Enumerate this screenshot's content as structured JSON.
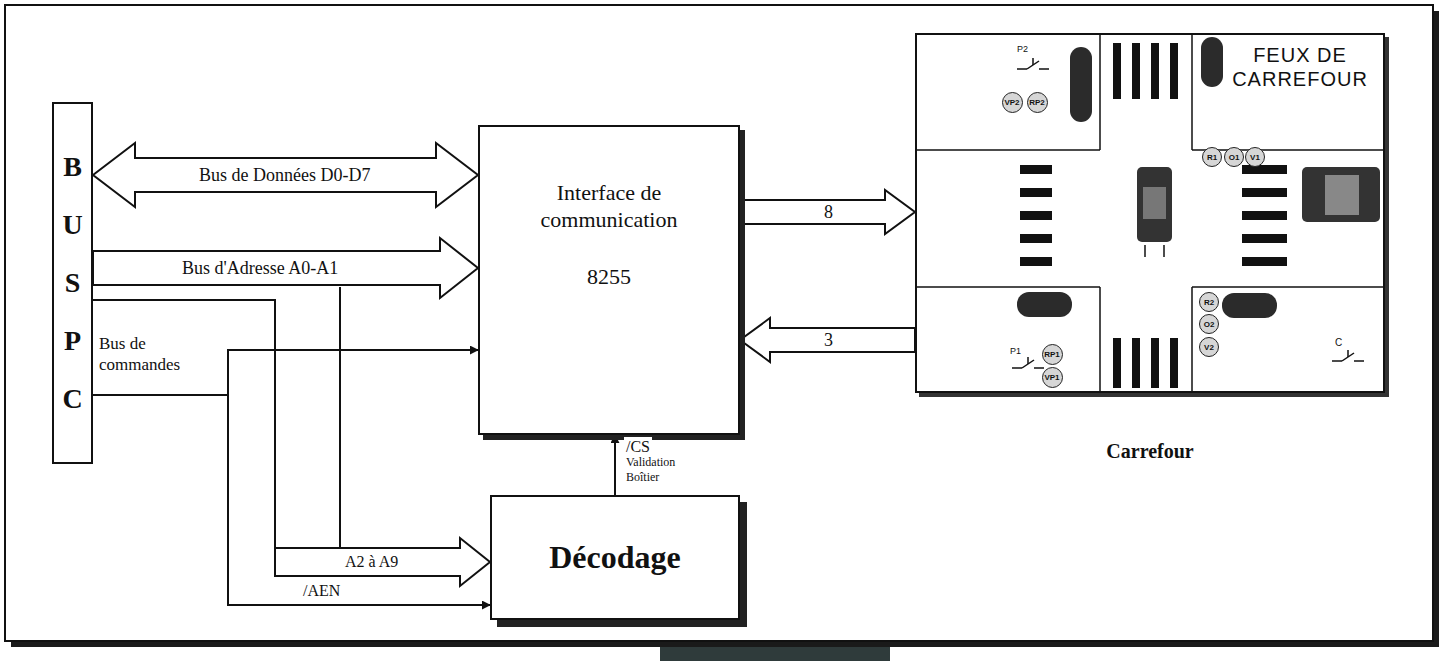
{
  "diagram": {
    "nodes": [
      {
        "text": [
          "BUS PC"
        ]
      },
      {
        "text": [
          "Interface de communication",
          "8255"
        ]
      },
      {
        "text": [
          "Décodage"
        ]
      },
      {
        "text": [
          "FEUX DE CARREFOUR",
          "Carrefour"
        ]
      },
      {
        "text": [
          "VP2"
        ],
        "in": 3
      },
      {
        "text": [
          "RP2"
        ],
        "in": 3
      },
      {
        "text": [
          "R1"
        ],
        "in": 3
      },
      {
        "text": [
          "O1"
        ],
        "in": 3
      },
      {
        "text": [
          "V1"
        ],
        "in": 3
      },
      {
        "text": [
          "R2"
        ],
        "in": 3
      },
      {
        "text": [
          "O2"
        ],
        "in": 3
      },
      {
        "text": [
          "V2"
        ],
        "in": 3
      },
      {
        "text": [
          "RP1"
        ],
        "in": 3
      },
      {
        "text": [
          "VP1"
        ],
        "in": 3
      }
    ],
    "edges": [
      {
        "from": 0,
        "to": 1,
        "label": "Bus de Données D0-D7",
        "arrow": "both"
      },
      {
        "from": 0,
        "to": 1,
        "label": "Bus d'Adresse A0-A1",
        "arrow": "to"
      },
      {
        "from": 0,
        "to": 2,
        "label": "A2 à A9",
        "arrow": "to"
      },
      {
        "from": 0,
        "to": 1,
        "label": "Bus de commandes",
        "arrow": "to"
      },
      {
        "from": 0,
        "to": 2,
        "label": "/AEN",
        "arrow": "to"
      },
      {
        "from": 2,
        "to": 1,
        "label": "/CS",
        "arrow": "to"
      },
      {
        "from": 1,
        "to": 3,
        "label": "8",
        "arrow": "to"
      },
      {
        "from": 3,
        "to": 1,
        "label": "3",
        "arrow": "to"
      }
    ],
    "labels": [
      "Validation Boîtier",
      "P2",
      "P1",
      "C"
    ]
  }
}
